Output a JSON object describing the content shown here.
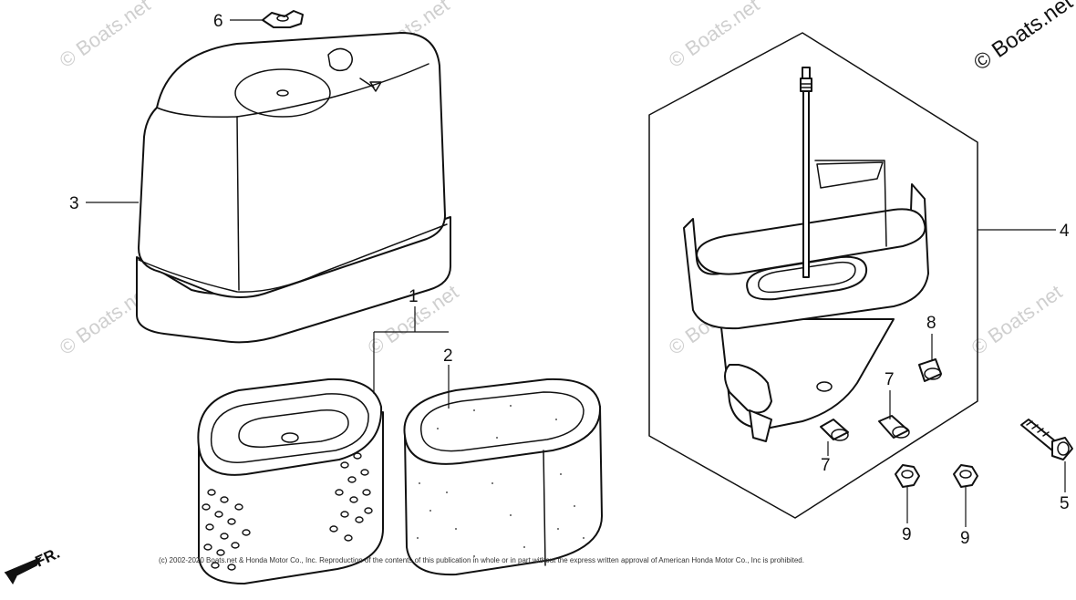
{
  "diagram": {
    "callouts": [
      {
        "id": "6",
        "label": "6"
      },
      {
        "id": "3",
        "label": "3"
      },
      {
        "id": "1",
        "label": "1"
      },
      {
        "id": "2",
        "label": "2"
      },
      {
        "id": "4",
        "label": "4"
      },
      {
        "id": "8",
        "label": "8"
      },
      {
        "id": "7a",
        "label": "7"
      },
      {
        "id": "7b",
        "label": "7"
      },
      {
        "id": "5",
        "label": "5"
      },
      {
        "id": "9a",
        "label": "9"
      },
      {
        "id": "9b",
        "label": "9"
      }
    ],
    "watermark": "© Boats.net",
    "direction_label": "FR.",
    "copyright": "(c) 2002-2020 Boats.net & Honda Motor Co., Inc. Reproduction of the contents of this publication in whole or in part without the express written approval of American Honda Motor Co., Inc is prohibited."
  }
}
